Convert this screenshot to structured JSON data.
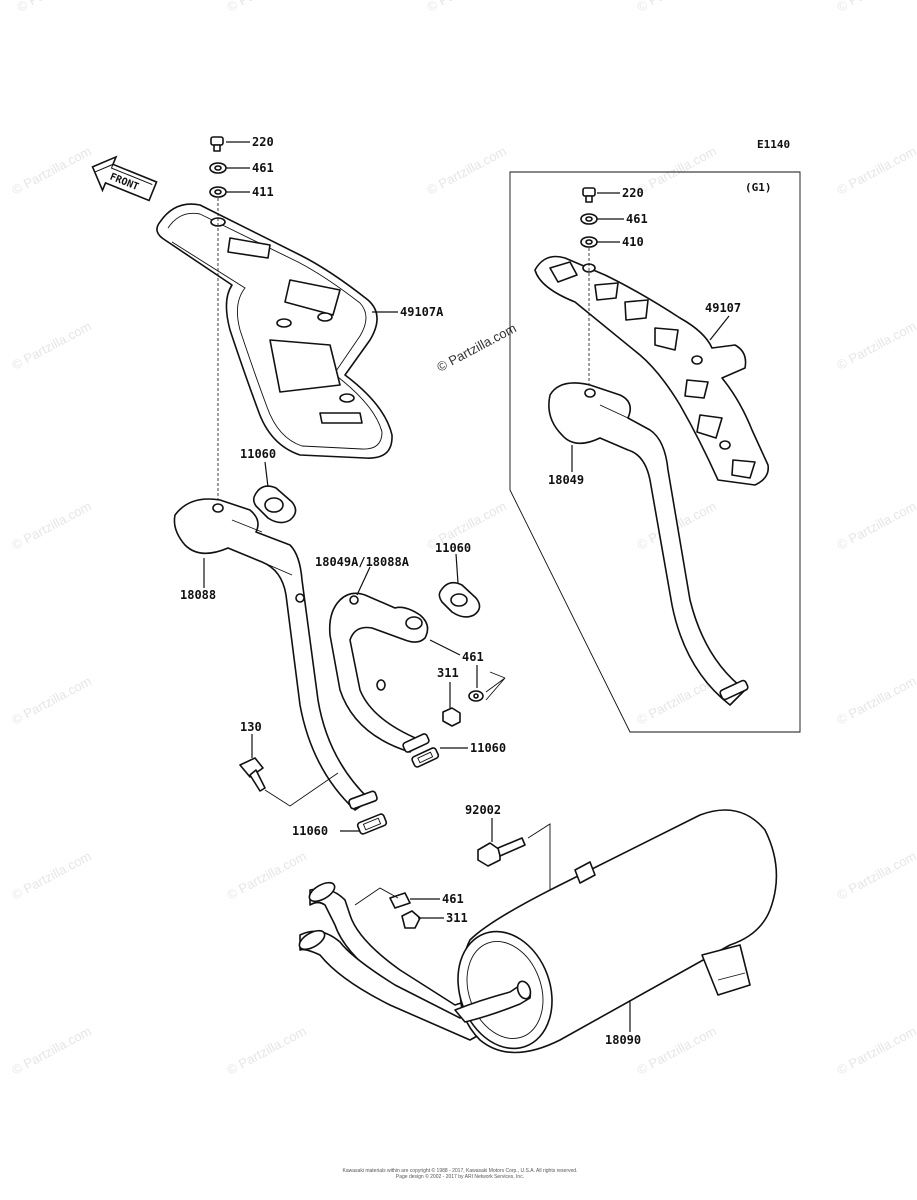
{
  "diagram": {
    "code": "E1140",
    "group_label": "(G1)",
    "front_label": "FRONT",
    "watermark": "© Partzilla.com",
    "copyright": "Kawasaki materials within are copyright © 1988 - 2017, Kawasaki Motors Corp., U.S.A. All rights reserved.",
    "copyright2": "Page design © 2002 - 2017 by ARI Network Services, Inc."
  },
  "labels": {
    "p220_main": "220",
    "p461_main": "461",
    "p411": "411",
    "p49107A": "49107A",
    "p11060_top": "11060",
    "p18088": "18088",
    "p18049A_18088A": "18049A/18088A",
    "p11060_mid": "11060",
    "p461_mid": "461",
    "p311_mid": "311",
    "p11060_right": "11060",
    "p130": "130",
    "p11060_bottom": "11060",
    "p92002": "92002",
    "p461_lower": "461",
    "p311_lower": "311",
    "p18090": "18090",
    "p220_g1": "220",
    "p461_g1": "461",
    "p410": "410",
    "p49107": "49107",
    "p18049": "18049"
  }
}
